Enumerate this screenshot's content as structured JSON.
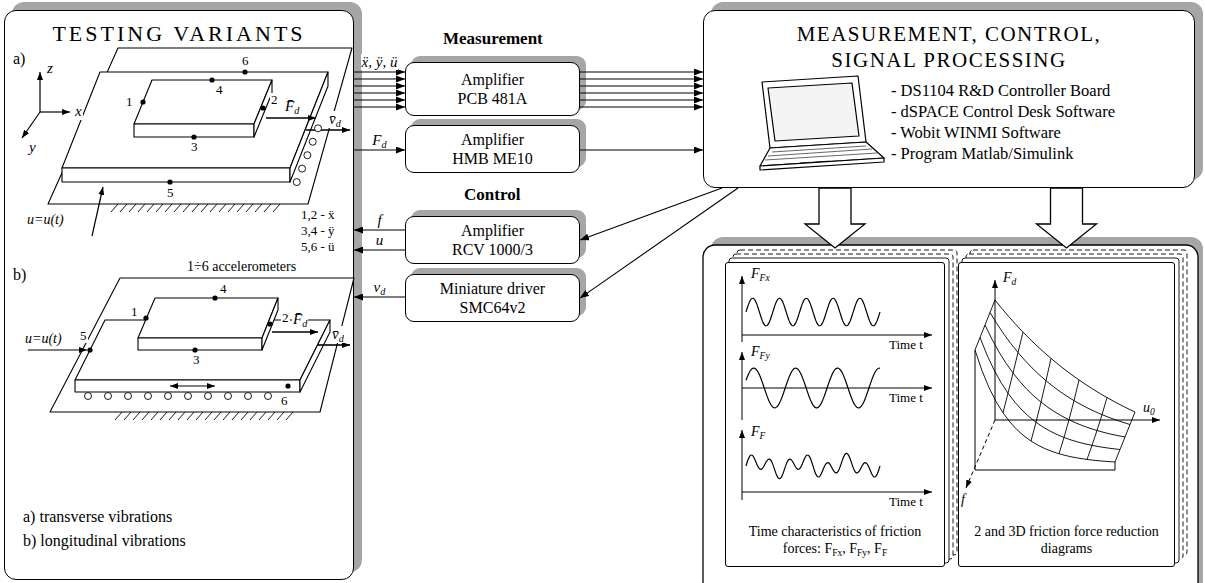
{
  "diagram": {
    "nodes": [
      {
        "text": [
          "TESTING VARIANTS"
        ]
      },
      {
        "text": [
          "Amplifier PCB 481A"
        ]
      },
      {
        "text": [
          "Amplifier HMB ME10"
        ]
      },
      {
        "text": [
          "Amplifier RCV 1000/3"
        ]
      },
      {
        "text": [
          "Miniature driver SMC64v2"
        ]
      },
      {
        "text": [
          "MEASUREMENT, CONTROL, SIGNAL PROCESSING",
          "- DS1104 R&D Controller Board",
          "- dSPACE Control Desk Software",
          "- Wobit WINMI Software",
          "- Program Matlab/Simulink"
        ]
      },
      {
        "text": [
          "Time characteristics of friction forces: FFx, FFy, FF"
        ]
      },
      {
        "text": [
          "2 and 3D friction force reduction diagrams"
        ]
      }
    ],
    "edges": [
      {
        "from": 0,
        "to": 1,
        "arrow": "to",
        "label": "ẍ, ÿ, ü"
      },
      {
        "from": 0,
        "to": 1,
        "arrow": "to"
      },
      {
        "from": 0,
        "to": 1,
        "arrow": "to"
      },
      {
        "from": 0,
        "to": 1,
        "arrow": "to"
      },
      {
        "from": 0,
        "to": 1,
        "arrow": "to"
      },
      {
        "from": 0,
        "to": 1,
        "arrow": "to"
      },
      {
        "from": 0,
        "to": 2,
        "arrow": "to",
        "label": "Fd"
      },
      {
        "from": 1,
        "to": 5,
        "arrow": "to"
      },
      {
        "from": 1,
        "to": 5,
        "arrow": "to"
      },
      {
        "from": 1,
        "to": 5,
        "arrow": "to"
      },
      {
        "from": 1,
        "to": 5,
        "arrow": "to"
      },
      {
        "from": 1,
        "to": 5,
        "arrow": "to"
      },
      {
        "from": 1,
        "to": 5,
        "arrow": "to"
      },
      {
        "from": 2,
        "to": 5,
        "arrow": "to"
      },
      {
        "from": 5,
        "to": 3,
        "arrow": "to"
      },
      {
        "from": 5,
        "to": 4,
        "arrow": "to"
      },
      {
        "from": 3,
        "to": 0,
        "arrow": "to",
        "label": "f"
      },
      {
        "from": 3,
        "to": 0,
        "arrow": "to",
        "label": "u"
      },
      {
        "from": 4,
        "to": 0,
        "arrow": "to",
        "label": "vd"
      },
      {
        "from": 5,
        "to": 6,
        "arrow": "to"
      },
      {
        "from": 5,
        "to": 7,
        "arrow": "to"
      }
    ],
    "labels": [
      "Measurement",
      "Control",
      "a)",
      "z",
      "x",
      "y",
      "6",
      "4",
      "1",
      "2",
      "3",
      "5",
      "F̄d",
      "v̄d",
      "u=u(t)",
      "1,2 - ẍ",
      "3,4 - ÿ",
      "5,6 - ü",
      "1÷6 accelerometers",
      "b)",
      "4",
      "1",
      "2",
      "5",
      "3",
      "6",
      "F̄d",
      "v̄d",
      "u=u(t)",
      "a) transverse vibrations",
      "b) longitudinal vibrations",
      "FFx",
      "Time t",
      "FFy",
      "Time t",
      "FF",
      "Time t",
      "Fd",
      "u0",
      "f"
    ]
  }
}
